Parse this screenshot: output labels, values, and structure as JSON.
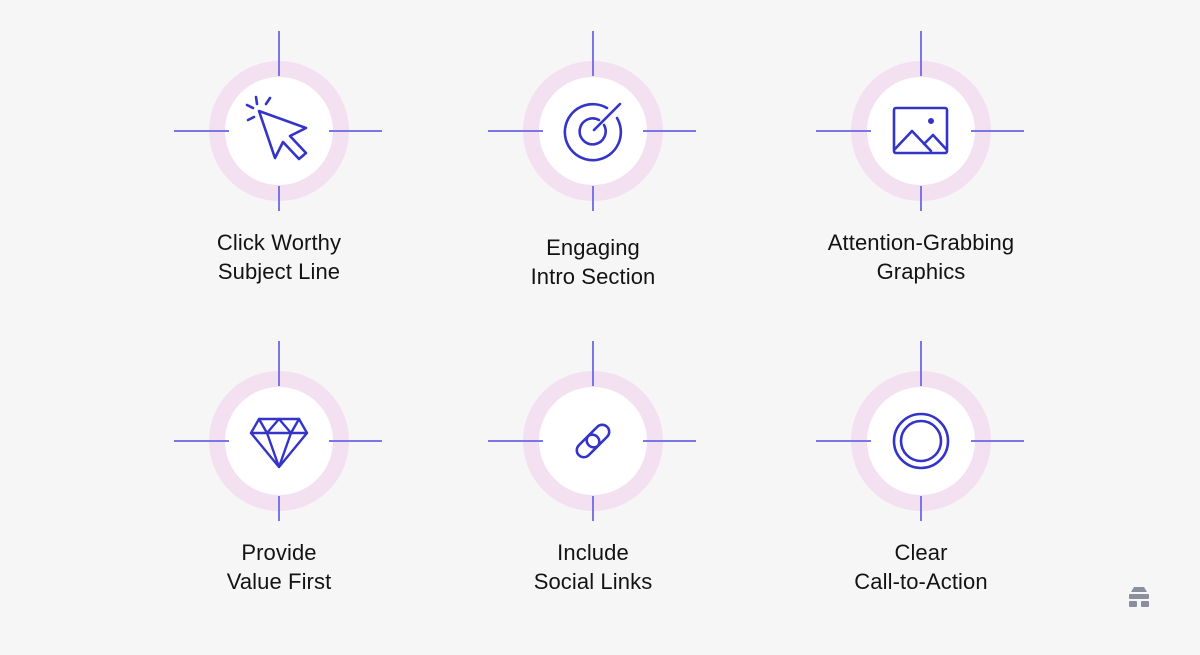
{
  "colors": {
    "background": "#f7f6f7",
    "ring": "#f3e0f1",
    "inner_circle": "#ffffff",
    "crosshair": "#7b76e6",
    "icon_stroke": "#3434c8",
    "text": "#131313",
    "logo": "#8a8fa0"
  },
  "items": [
    {
      "icon": "cursor-click-icon",
      "line1": "Click Worthy",
      "line2": "Subject Line"
    },
    {
      "icon": "target-icon",
      "line1": "Engaging",
      "line2": "Intro Section"
    },
    {
      "icon": "image-icon",
      "line1": "Attention-Grabbing",
      "line2": "Graphics"
    },
    {
      "icon": "diamond-icon",
      "line1": "Provide",
      "line2": "Value First"
    },
    {
      "icon": "link-icon",
      "line1": "Include",
      "line2": "Social Links"
    },
    {
      "icon": "ring-icon",
      "line1": "Clear",
      "line2": "Call-to-Action"
    }
  ],
  "logo_icon": "beehive-logo-icon"
}
